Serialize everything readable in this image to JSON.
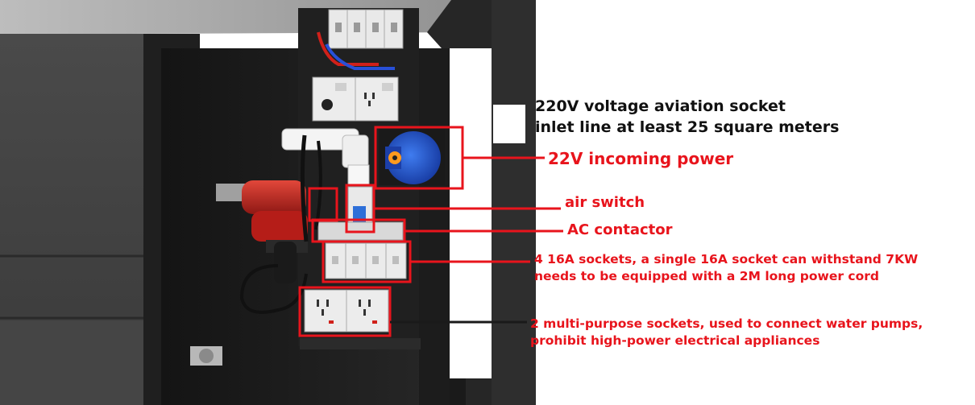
{
  "annotations": {
    "aviation_line1": "220V voltage aviation socket",
    "aviation_line2": "inlet line at least 25 square meters",
    "incoming_power": "22V incoming power",
    "air_switch": "air switch",
    "ac_contactor": "AC contactor",
    "sockets_16a_line1": "4 16A sockets, a single 16A socket can withstand 7KW",
    "sockets_16a_line2": "needs to be equipped with a 2M long power cord",
    "multi_line1": "2 multi-purpose sockets, used to connect water pumps,",
    "multi_line2": "prohibit high-power electrical appliances"
  },
  "colors": {
    "annotation_red": "#e8141c",
    "label_black": "#111111",
    "cabinet": "#2b2b2b",
    "socket": "#e8e8e8",
    "aviation_socket_blue": "#1f55c8",
    "pump_red": "#c0241e"
  },
  "icons": {
    "aviation-socket": "aviation-socket-icon",
    "pump": "water-pump-icon",
    "breaker": "breaker-icon"
  }
}
